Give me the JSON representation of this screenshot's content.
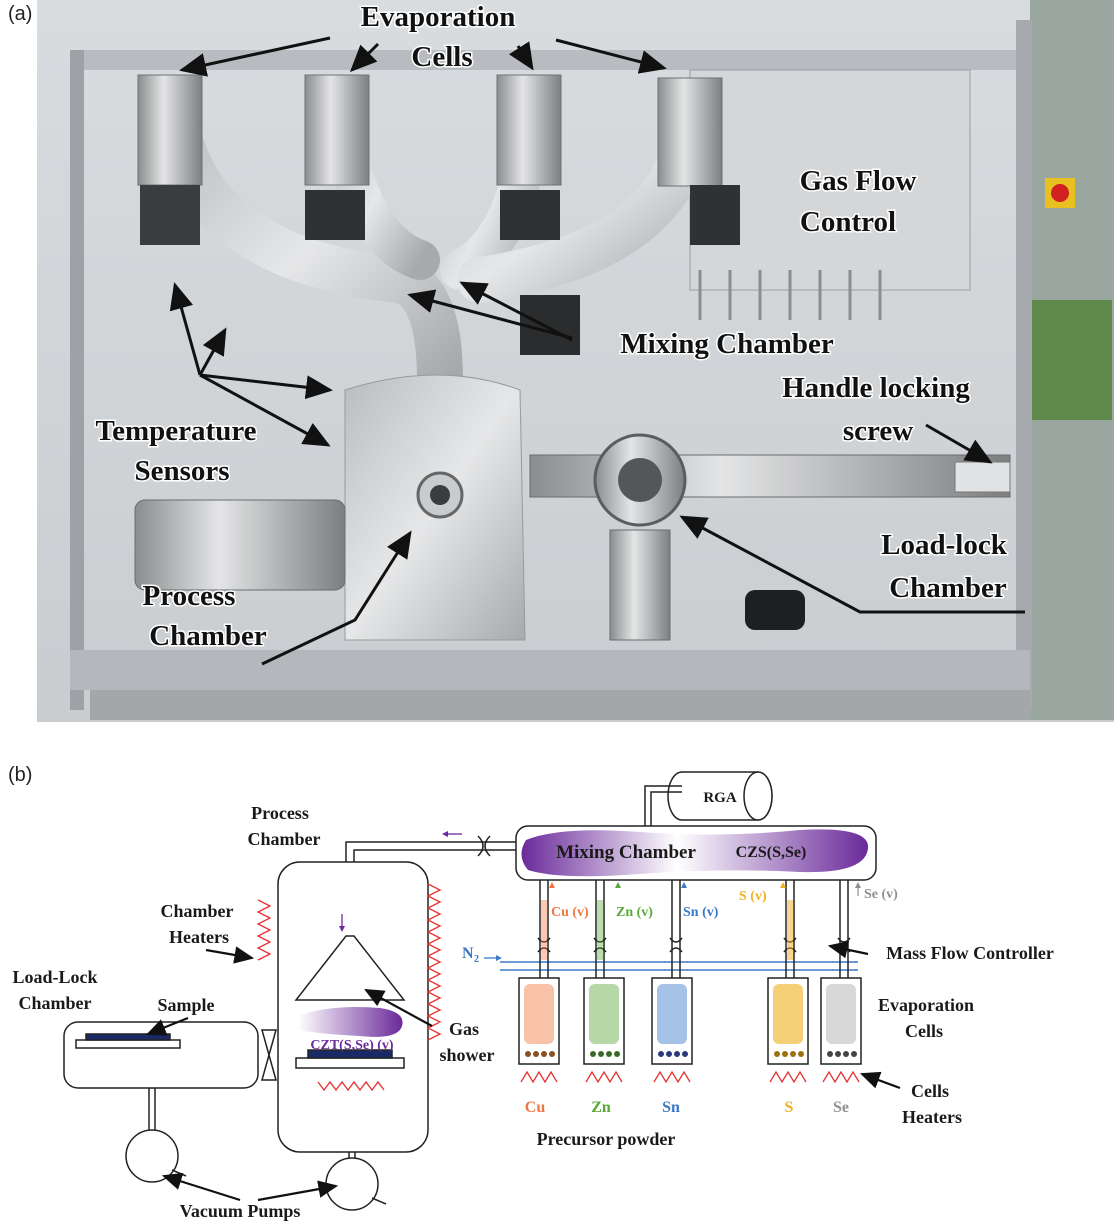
{
  "panel_a": {
    "tag": "(a)",
    "labels": {
      "evap_cells_1": "Evaporation",
      "evap_cells_2": "Cells",
      "gas_flow_1": "Gas Flow",
      "gas_flow_2": "Control",
      "mixing_chamber": "Mixing Chamber",
      "handle_1": "Handle locking",
      "handle_2": "screw",
      "temp_1": "Temperature",
      "temp_2": "Sensors",
      "loadlock_1": "Load-lock",
      "loadlock_2": "Chamber",
      "process_1": "Process",
      "process_2": "Chamber"
    }
  },
  "panel_b": {
    "tag": "(b)",
    "labels": {
      "rga": "RGA",
      "process_1": "Process",
      "process_2": "Chamber",
      "mixing": "Mixing Chamber",
      "czs": "CZS(S,Se)",
      "heaters_1": "Chamber",
      "heaters_2": "Heaters",
      "loadlock_1": "Load-Lock",
      "loadlock_2": "Chamber",
      "sample": "Sample",
      "gas_1": "Gas",
      "gas_2": "shower",
      "czt": "CZT(S,Se) (v)",
      "n2": "N",
      "n2_sub": "2",
      "mfc": "Mass Flow Controller",
      "evap_1": "Evaporation",
      "evap_2": "Cells",
      "cells_heat_1": "Cells",
      "cells_heat_2": "Heaters",
      "precursor": "Precursor powder",
      "vacuum": "Vacuum Pumps"
    },
    "cells": [
      {
        "element": "Cu",
        "vapor": "Cu (v)",
        "color": "#f07840"
      },
      {
        "element": "Zn",
        "vapor": "Zn (v)",
        "color": "#5aa83a"
      },
      {
        "element": "Sn",
        "vapor": "Sn (v)",
        "color": "#3a78c8"
      },
      {
        "element": "S",
        "vapor": "S (v)",
        "color": "#f0b020"
      },
      {
        "element": "Se",
        "vapor": "Se (v)",
        "color": "#909090"
      }
    ],
    "colors": {
      "mixing_purple": "#6a2a9a",
      "n2_blue": "#3a78c8",
      "heater_red": "#e83030"
    }
  }
}
